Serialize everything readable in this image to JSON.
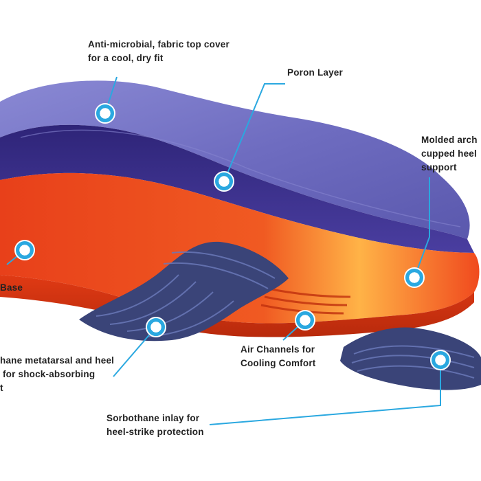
{
  "colors": {
    "background": "#ffffff",
    "top_cover": "#6e6cc0",
    "poron_layer": "#3b2f8a",
    "base": "#f04a1e",
    "base_highlight": "#ffb347",
    "inlay": "#3a4478",
    "callout": "#2aa8e0",
    "text": "#222222"
  },
  "labels": {
    "top_cover": "Anti-microbial, fabric top cover\nfor a cool, dry fit",
    "poron": "Poron Layer",
    "arch": "Molded arch\ncupped heel\nsupport",
    "base": "Base",
    "metatarsal": "hane metatarsal and heel\n for shock-absorbing\nt",
    "air_channels": "Air Channels for\nCooling Comfort",
    "heel_inlay": "Sorbothane inlay for\nheel-strike protection"
  },
  "icons": [
    "callout-dot-icon"
  ]
}
